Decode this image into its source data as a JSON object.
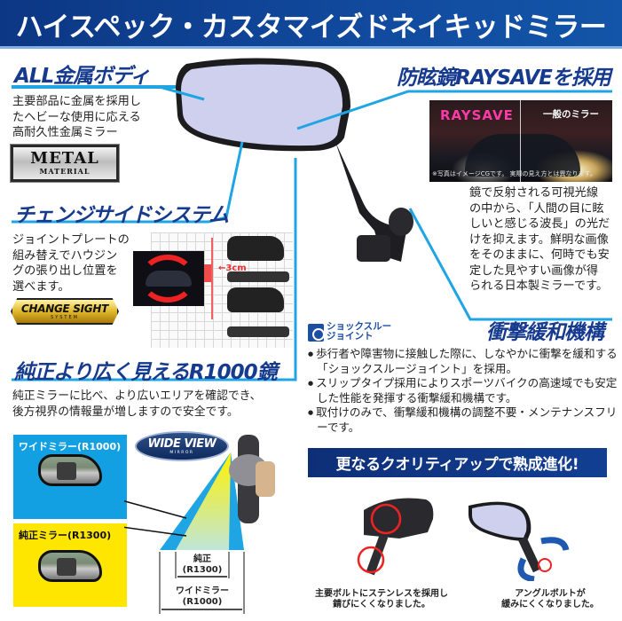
{
  "banner": {
    "title": "ハイスペック・カスタマイズドネイキッドミラー",
    "background": "#0c3784"
  },
  "sections": {
    "metal_body": {
      "heading": "ALL金属ボディ",
      "lines": [
        "主要部品に金属を採用し",
        "たヘビーな使用に応える",
        "高耐久性金属ミラー"
      ],
      "badge_main": "METAL",
      "badge_sub": "MATERIAL"
    },
    "raysave": {
      "heading": "防眩鏡RAYSAVEを採用",
      "photo_left_label": "RAYSAVE",
      "photo_right_label": "一般のミラー",
      "photo_note": "※写真はイメージCGです。 実際の見え方とは異なります。",
      "lines": [
        "鏡で反射される可視光線",
        "の中から、「人間の目に眩",
        "しいと感じる波長」の光だ",
        "けを抑えます。鮮明な画像",
        "をそのままに、何時でも安",
        "定した見やすい画像が得",
        "られる日本製ミラーです。"
      ]
    },
    "change_side": {
      "heading": "チェンジサイドシステム",
      "lines": [
        "ジョイントプレートの",
        "組み替えでハウジン",
        "グの張り出し位置を",
        "選べます。"
      ],
      "offset_label": "←3cm",
      "badge_main": "CHANGE SIGHT",
      "badge_sub": "SYSTEM"
    },
    "shock": {
      "heading": "衝撃緩和機構",
      "logo_line1": "ショックスルー",
      "logo_line2": "ジョイント",
      "bullets": [
        "歩行者や障害物に接触した際に、しなやかに衝撃を緩和する「ショックスルージョイント」を採用。",
        "スリップタイプ採用によりスポーツバイクの高速域でも安定した性能を発揮する衝撃緩和機構です。",
        "取付けのみで、衝撃緩和機構の調整不要・メンテナンスフリーです。"
      ]
    },
    "wide_view": {
      "heading": "純正より広く見えるR1000鏡",
      "lines": [
        "純正ミラーに比べ、より広いエリアを確認でき、",
        "後方視界の情報量が増しますので安全です。"
      ],
      "logo_main": "WIDE VIEW",
      "logo_sub": "MIRROR",
      "wide_label": "ワイドミラー(R1000)",
      "std_label": "純正ミラー(R1300)",
      "dim_std_line1": "純正",
      "dim_std_line2": "(R1300)",
      "dim_wide_line1": "ワイドミラー",
      "dim_wide_line2": "(R1000)"
    },
    "quality": {
      "banner": "更なるクオリティアップで熟成進化!",
      "caption_left_1": "主要ボルトにステンレスを採用し",
      "caption_left_2": "錆びにくくなりました。",
      "caption_right_1": "アングルボルトが",
      "caption_right_2": "緩みにくくなりました。"
    }
  },
  "colors": {
    "heading": "#153a8e",
    "accent_rule": "#1fa4e4",
    "wide_panel": "#12a0e2",
    "std_panel": "#ffe600",
    "raysave_pink": "#ff3aa8"
  }
}
